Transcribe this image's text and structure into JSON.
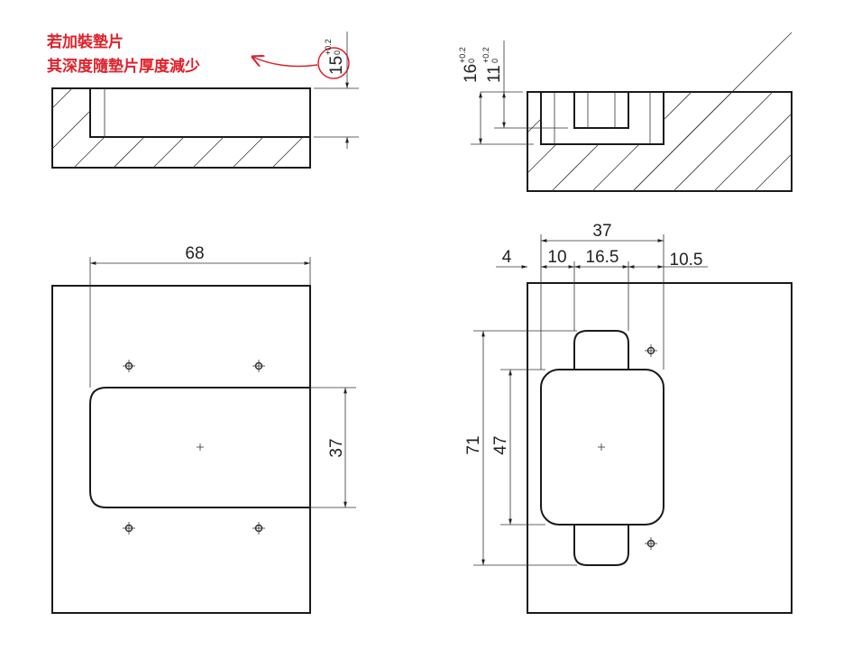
{
  "note": {
    "line1": "若加裝墊片",
    "line2": "其深度隨墊片厚度減少",
    "color": "#e0202a"
  },
  "section_left": {
    "depth": "15",
    "tol_upper": "+0.2",
    "tol_lower": "0"
  },
  "section_right": {
    "depth_outer": "16",
    "depth_outer_tol_upper": "+0.2",
    "depth_outer_tol_lower": "0",
    "depth_inner": "11",
    "depth_inner_tol_upper": "+0.2",
    "depth_inner_tol_lower": "0"
  },
  "plan_left": {
    "width": "68",
    "height": "37"
  },
  "plan_right": {
    "width": "37",
    "offset": "4",
    "tab_offset": "10",
    "tab_width": "16.5",
    "right_offset": "10.5",
    "overall_height": "71",
    "body_height": "47"
  }
}
